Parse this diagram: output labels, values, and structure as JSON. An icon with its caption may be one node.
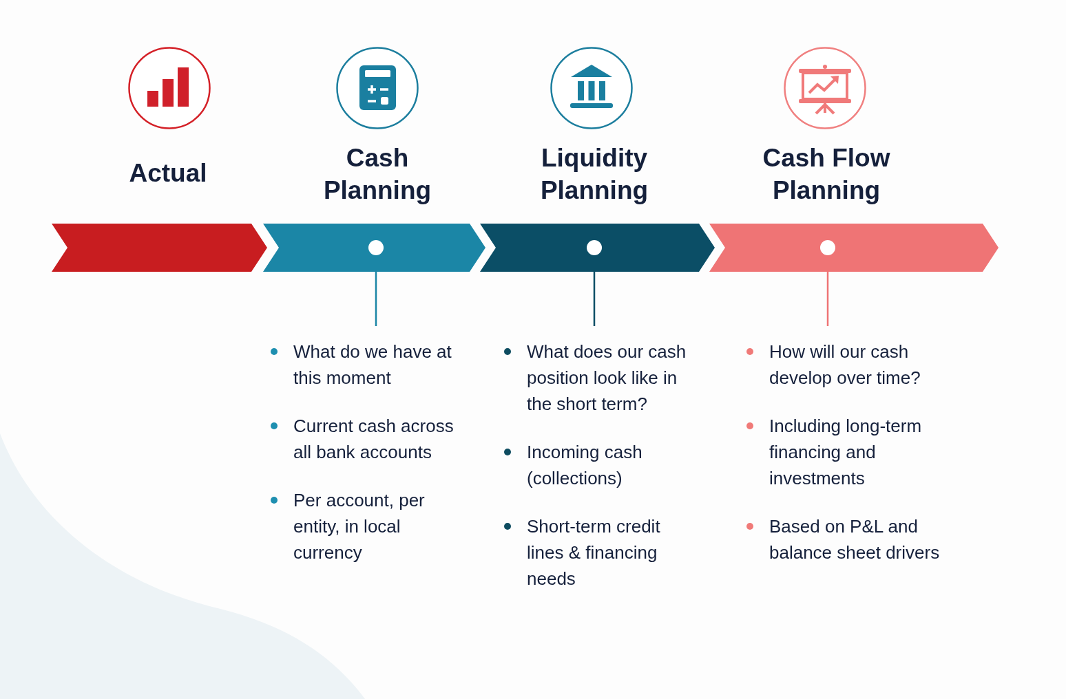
{
  "diagram": {
    "nodes": [
      {
        "text": [],
        "shape": "chevron",
        "beside": [
          "Actual"
        ]
      },
      {
        "text": [],
        "shape": "chevron",
        "beside": [
          "Cash Planning"
        ]
      },
      {
        "text": [],
        "shape": "chevron",
        "beside": [
          "Liquidity Planning"
        ]
      },
      {
        "text": [],
        "shape": "chevron",
        "beside": [
          "Cash Flow Planning"
        ]
      },
      {
        "text": [
          "What do we have at this moment",
          "Current cash across all bank accounts",
          "Per account, per entity, in local currency"
        ]
      },
      {
        "text": [
          "What does our cash position look like in the short term?",
          "Incoming cash (collections)",
          "Short-term credit lines & financing needs"
        ]
      },
      {
        "text": [
          "How will our cash develop over time?",
          "Including long-term financing and investments",
          "Based on P&L and balance sheet drivers"
        ]
      }
    ],
    "edges": [
      {
        "from": 1,
        "to": 4,
        "arrow": "none",
        "color": "#1b86a6"
      },
      {
        "from": 2,
        "to": 5,
        "arrow": "none",
        "color": "#0b4e66"
      },
      {
        "from": 3,
        "to": 6,
        "arrow": "none",
        "color": "#ef7475"
      }
    ]
  }
}
